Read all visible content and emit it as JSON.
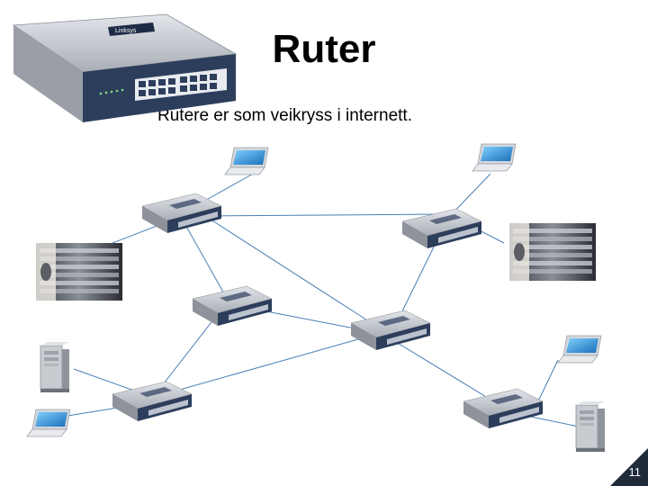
{
  "slide": {
    "title": "Ruter",
    "subtitle": "Rutere er som veikryss i internett.",
    "page_number": "11"
  },
  "colors": {
    "link_line": "#4a7fb5",
    "router_body": "#b8bcc3",
    "router_front": "#2d3e5c",
    "corner": "#1f2a3a"
  },
  "icons": {
    "router": "router-icon",
    "laptop": "laptop-icon",
    "server_rack": "server-rack-icon",
    "desktop_tower": "desktop-tower-icon"
  }
}
